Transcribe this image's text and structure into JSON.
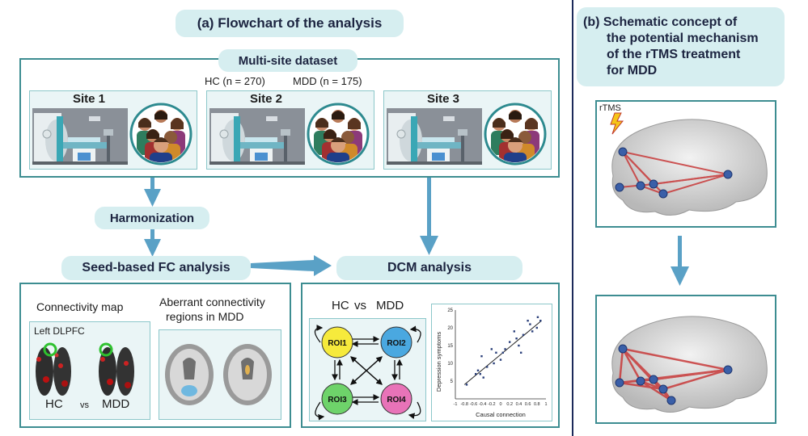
{
  "panel_a": {
    "title": "(a) Flowchart of the analysis",
    "dataset": {
      "title": "Multi-site dataset",
      "hc_count": "HC (n = 270)",
      "mdd_count": "MDD (n = 175)",
      "sites": [
        "Site 1",
        "Site 2",
        "Site 3"
      ]
    },
    "harmonization": "Harmonization",
    "seed_fc": {
      "title": "Seed-based FC analysis",
      "connectivity_map": "Connectivity map",
      "seed_label": "Left DLPFC",
      "hc": "HC",
      "vs": "vs",
      "mdd": "MDD",
      "aberrant_line1": "Aberrant connectivity",
      "aberrant_line2": "regions in MDD"
    },
    "dcm": {
      "title": "DCM analysis",
      "hc": "HC",
      "vs": "vs",
      "mdd": "MDD",
      "rois": [
        "ROI1",
        "ROI2",
        "ROI3",
        "ROI4"
      ],
      "roi_colors": [
        "#f6ea3c",
        "#4aa8e0",
        "#6ed36a",
        "#e873b8"
      ]
    }
  },
  "panel_b": {
    "title_lines": [
      "(b) Schematic concept of",
      "the potential mechanism",
      "of the rTMS treatment",
      "for MDD"
    ],
    "rtms_label": "rTMS"
  },
  "chart_data": {
    "type": "scatter",
    "xlabel": "Causal connection",
    "ylabel": "Depression symptoms",
    "xlim": [
      -1,
      1
    ],
    "ylim": [
      0,
      25
    ],
    "xticks": [
      "-1",
      "-0.8",
      "-0.6",
      "-0.4",
      "-0.2",
      "0",
      "0.2",
      "0.4",
      "0.6",
      "0.8",
      "1"
    ],
    "yticks": [
      "5",
      "10",
      "15",
      "20",
      "25"
    ],
    "x": [
      -0.75,
      -0.55,
      -0.5,
      -0.45,
      -0.42,
      -0.38,
      -0.3,
      -0.2,
      -0.15,
      -0.1,
      0.0,
      0.05,
      0.1,
      0.2,
      0.3,
      0.35,
      0.4,
      0.45,
      0.5,
      0.6,
      0.65,
      0.7,
      0.8,
      0.82,
      0.88
    ],
    "y": [
      4,
      7,
      8,
      7,
      12,
      6,
      9,
      14,
      10,
      13,
      11,
      13,
      14,
      16,
      19,
      17,
      15,
      13,
      18,
      22,
      21,
      19,
      20,
      23,
      22
    ],
    "trendline": [
      [
        -0.8,
        4
      ],
      [
        0.9,
        22
      ]
    ]
  }
}
